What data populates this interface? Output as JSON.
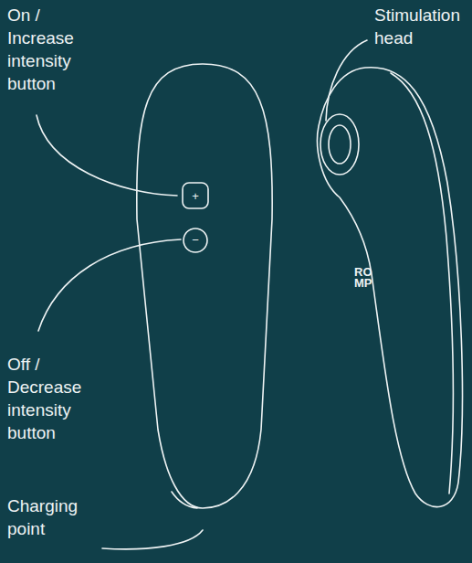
{
  "diagram": {
    "labels": [
      "On / Increase intensity button",
      "Stimulation head",
      "+",
      "−",
      "RO MP",
      "Off / Decrease intensity button",
      "Charging point"
    ]
  }
}
